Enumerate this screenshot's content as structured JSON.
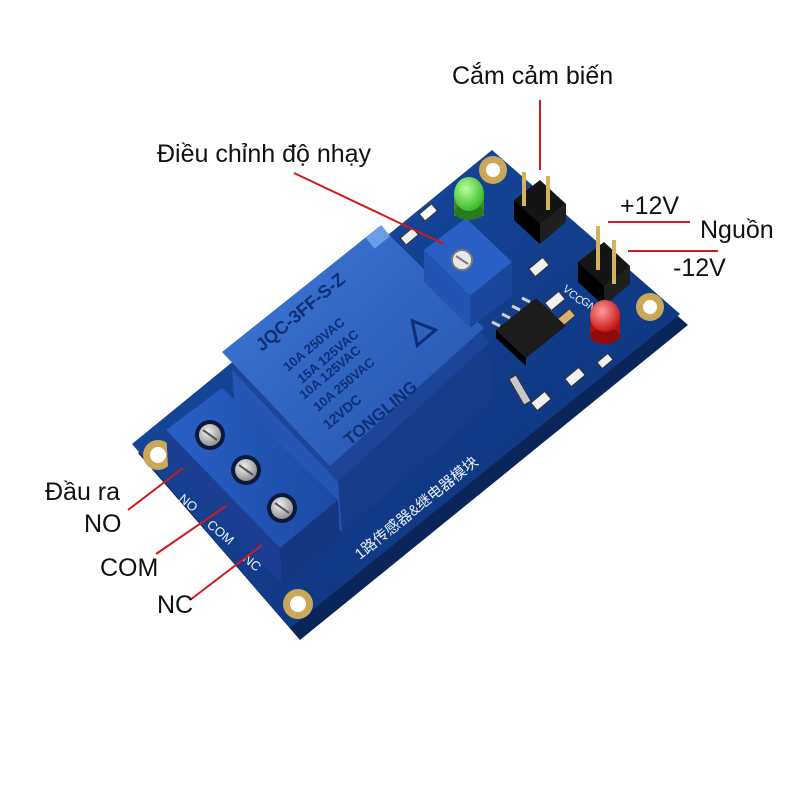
{
  "labels": {
    "sensor": "Cắm cảm biến",
    "sensitivity": "Điều chỉnh độ nhạy",
    "plus12": "+12V",
    "power": "Nguồn",
    "minus12": "-12V",
    "output": "Đầu ra",
    "no": "NO",
    "com": "COM",
    "nc": "NC"
  },
  "relay": {
    "brand": "TONGLING",
    "model": "JQC-3FF-S-Z",
    "line1": "10A 250VAC",
    "line2": "10A 125VAC",
    "line3": "10A 250VAC",
    "line4": "12VDC",
    "line5": "15A 125VAC"
  },
  "board": {
    "title": "1路传感器&继电器模块",
    "terminal_no": "NO",
    "terminal_com": "COM",
    "terminal_nc": "NC",
    "pin_vcc": "VCC",
    "pin_gnd": "GND"
  },
  "colors": {
    "pcb": "#123f8e",
    "relay": "#2f63c4",
    "terminal": "#2c63c8",
    "leader_line": "#d11a1a",
    "led_green": "#3fd12a",
    "led_red": "#e01515"
  }
}
